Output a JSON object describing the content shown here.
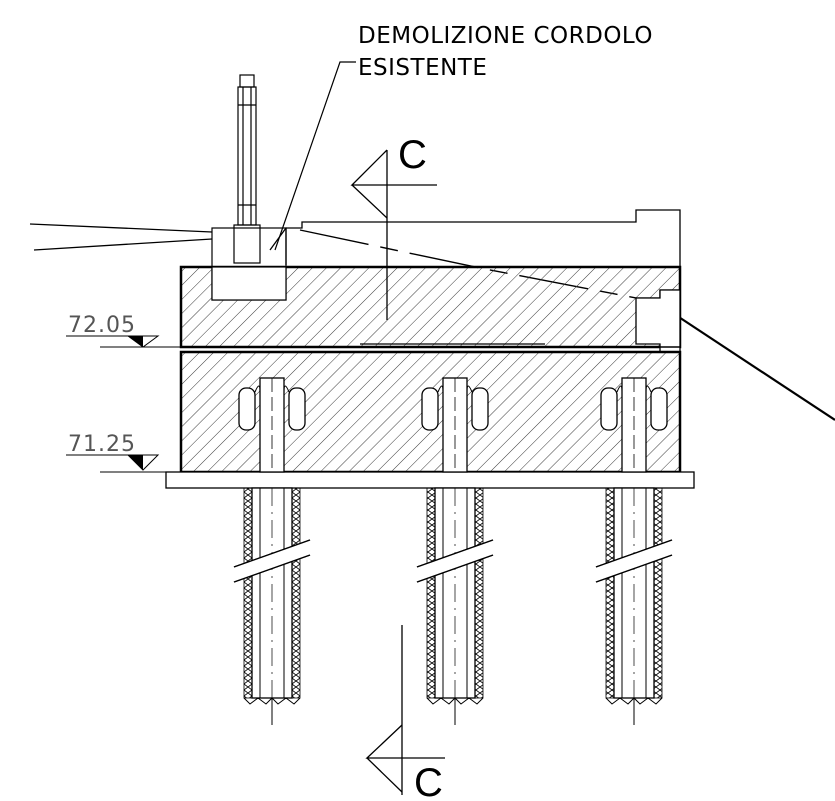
{
  "annotation": {
    "line1": "DEMOLIZIONE CORDOLO",
    "line2": "ESISTENTE"
  },
  "elevations": [
    {
      "label": "72.05"
    },
    {
      "label": "71.25"
    }
  ],
  "section_marks": {
    "top": "C",
    "bottom": "C"
  },
  "colors": {
    "line": "#000000",
    "hatch": "#3a3a3a",
    "elevation_text": "#555555"
  }
}
